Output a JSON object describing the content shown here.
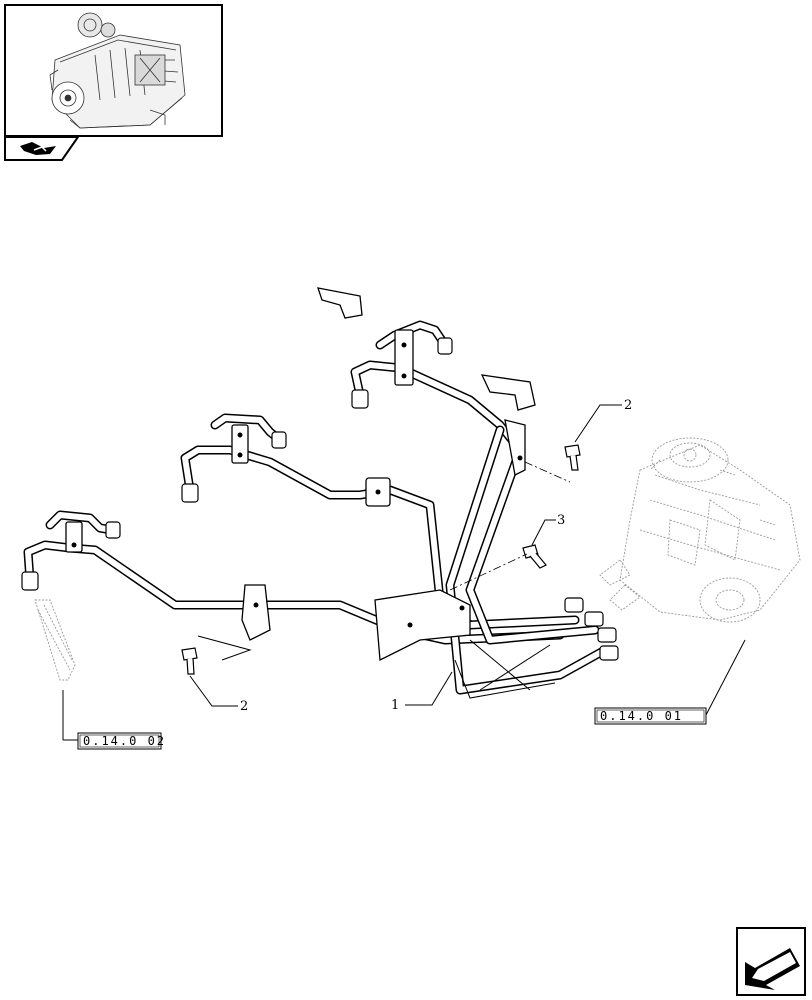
{
  "callouts": {
    "harness": "1",
    "screw_right": "2",
    "screw_left": "2",
    "screw_center": "3"
  },
  "references": {
    "injector_ref": "0.14.0 02",
    "pump_ref": "0.14.0 01"
  },
  "icons": {
    "thumbnail": "engine-thumbnail-icon",
    "nav_badge": "section-badge-icon",
    "next_page": "next-page-arrow-icon"
  }
}
